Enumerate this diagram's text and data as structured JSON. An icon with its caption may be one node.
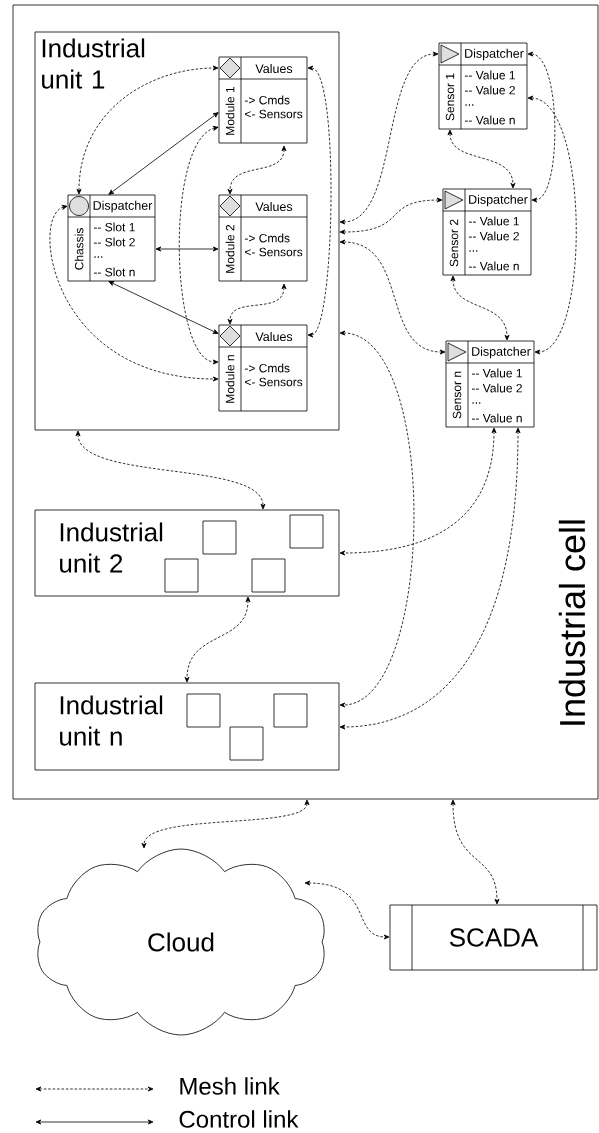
{
  "diagram": {
    "nodes": [
      {
        "text": [
          "Industrial cell"
        ]
      },
      {
        "text": [
          "Industrial unit 1"
        ],
        "in": 0
      },
      {
        "text": [
          "Dispatcher",
          "Chassis",
          "-- Slot 1",
          "-- Slot 2",
          "...",
          "-- Slot n"
        ],
        "in": 1
      },
      {
        "text": [
          "Values",
          "Module 1",
          "-> Cmds",
          "<- Sensors"
        ],
        "in": 1
      },
      {
        "text": [
          "Values",
          "Module 2",
          "-> Cmds",
          "<- Sensors"
        ],
        "in": 1
      },
      {
        "text": [
          "Values",
          "Module n",
          "-> Cmds",
          "<- Sensors"
        ],
        "in": 1
      },
      {
        "text": [
          "Dispatcher",
          "Sensor 1",
          "-- Value 1",
          "-- Value 2",
          "...",
          "-- Value n"
        ],
        "in": 0
      },
      {
        "text": [
          "Dispatcher",
          "Sensor 2",
          "-- Value 1",
          "-- Value 2",
          "...",
          "-- Value n"
        ],
        "in": 0
      },
      {
        "text": [
          "Dispatcher",
          "Sensor n",
          "-- Value 1",
          "-- Value 2",
          "...",
          "-- Value n"
        ],
        "in": 0
      },
      {
        "text": [
          "Industrial unit 2"
        ],
        "in": 0
      },
      {
        "text": [],
        "shape": "box",
        "in": 9
      },
      {
        "text": [],
        "shape": "box",
        "in": 9
      },
      {
        "text": [],
        "shape": "box",
        "in": 9
      },
      {
        "text": [],
        "shape": "box",
        "in": 9
      },
      {
        "text": [
          "Industrial unit n"
        ],
        "in": 0
      },
      {
        "text": [],
        "shape": "box",
        "in": 14
      },
      {
        "text": [],
        "shape": "box",
        "in": 14
      },
      {
        "text": [],
        "shape": "box",
        "in": 14
      },
      {
        "text": [
          "Cloud"
        ]
      },
      {
        "text": [
          "SCADA"
        ]
      }
    ],
    "edges": [
      {
        "from": 2,
        "to": 3,
        "arrow": "both",
        "style": "dashed"
      },
      {
        "from": 2,
        "to": 3,
        "arrow": "both"
      },
      {
        "from": 2,
        "to": 4,
        "arrow": "both"
      },
      {
        "from": 2,
        "to": 5,
        "arrow": "both"
      },
      {
        "from": 2,
        "to": 5,
        "arrow": "both",
        "style": "dashed"
      },
      {
        "from": 3,
        "to": 5,
        "arrow": "both",
        "style": "dashed"
      },
      {
        "from": 3,
        "to": 4,
        "arrow": "both",
        "style": "dashed"
      },
      {
        "from": 4,
        "to": 5,
        "arrow": "both",
        "style": "dashed"
      },
      {
        "from": 3,
        "to": 5,
        "arrow": "both",
        "style": "dashed"
      },
      {
        "from": 1,
        "to": 6,
        "arrow": "both",
        "style": "dashed"
      },
      {
        "from": 1,
        "to": 7,
        "arrow": "both",
        "style": "dashed"
      },
      {
        "from": 1,
        "to": 8,
        "arrow": "both",
        "style": "dashed"
      },
      {
        "from": 6,
        "to": 7,
        "arrow": "both",
        "style": "dashed"
      },
      {
        "from": 6,
        "to": 7,
        "arrow": "both",
        "style": "dashed"
      },
      {
        "from": 6,
        "to": 8,
        "arrow": "both",
        "style": "dashed"
      },
      {
        "from": 7,
        "to": 8,
        "arrow": "both",
        "style": "dashed"
      },
      {
        "from": 1,
        "to": 9,
        "arrow": "both",
        "style": "dashed"
      },
      {
        "from": 1,
        "to": 14,
        "arrow": "both",
        "style": "dashed"
      },
      {
        "from": 8,
        "to": 9,
        "arrow": "both",
        "style": "dashed"
      },
      {
        "from": 8,
        "to": 14,
        "arrow": "both",
        "style": "dashed"
      },
      {
        "from": 9,
        "to": 14,
        "arrow": "both",
        "style": "dashed"
      },
      {
        "from": 0,
        "to": 18,
        "arrow": "both",
        "style": "dashed"
      },
      {
        "from": 0,
        "to": 19,
        "arrow": "both",
        "style": "dashed"
      },
      {
        "from": 18,
        "to": 19,
        "arrow": "both",
        "style": "dashed"
      }
    ],
    "legend": [
      {
        "text": "Mesh link"
      },
      {
        "text": "Control link"
      }
    ]
  }
}
